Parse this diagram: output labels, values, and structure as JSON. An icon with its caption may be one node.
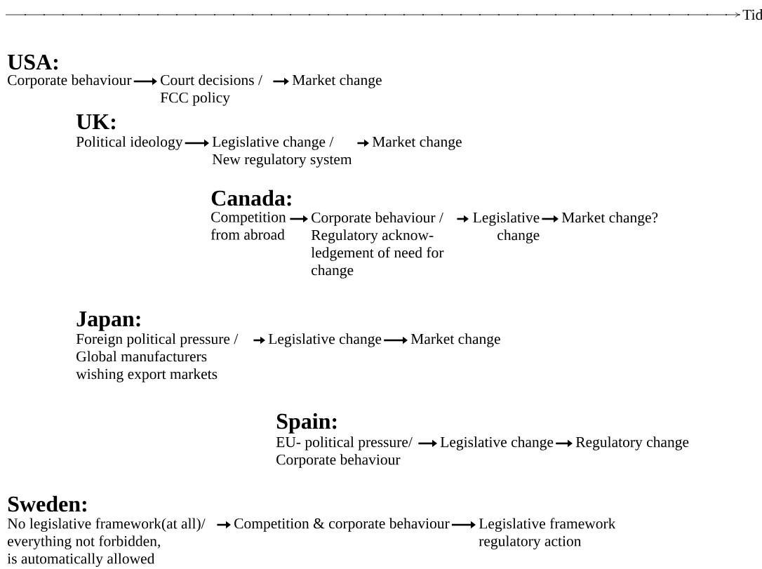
{
  "diagram": {
    "nodes": [
      {
        "text": [
          "Corporate behaviour"
        ]
      },
      {
        "text": [
          "Court decisions / FCC policy"
        ]
      },
      {
        "text": [
          "Market change"
        ]
      },
      {
        "text": [
          "Political ideology"
        ]
      },
      {
        "text": [
          "Legislative change / New regulatory system"
        ]
      },
      {
        "text": [
          "Market change"
        ]
      },
      {
        "text": [
          "Competition from abroad"
        ]
      },
      {
        "text": [
          "Corporate behaviour / Regulatory acknow- ledgement of need for change"
        ]
      },
      {
        "text": [
          "Legislative change"
        ]
      },
      {
        "text": [
          "Market change?"
        ]
      },
      {
        "text": [
          "Foreign political pressure / Global manufacturers wishing export markets"
        ]
      },
      {
        "text": [
          "Legislative change"
        ]
      },
      {
        "text": [
          "Market change"
        ]
      },
      {
        "text": [
          "EU- political pressure/ Corporate behaviour"
        ]
      },
      {
        "text": [
          "Legislative change"
        ]
      },
      {
        "text": [
          "Regulatory change"
        ]
      },
      {
        "text": [
          "No legislative framework(at all)/ everything not forbidden, is automatically allowed"
        ]
      },
      {
        "text": [
          "Competition & corporate behaviour"
        ]
      },
      {
        "text": [
          "Legislative framework regulatory action"
        ]
      }
    ],
    "edges": [
      {
        "from": 0,
        "to": 1,
        "arrow": "to"
      },
      {
        "from": 1,
        "to": 2,
        "arrow": "to"
      },
      {
        "from": 3,
        "to": 4,
        "arrow": "to"
      },
      {
        "from": 4,
        "to": 5,
        "arrow": "to"
      },
      {
        "from": 6,
        "to": 7,
        "arrow": "to"
      },
      {
        "from": 7,
        "to": 8,
        "arrow": "to"
      },
      {
        "from": 8,
        "to": 9,
        "arrow": "to"
      },
      {
        "from": 10,
        "to": 11,
        "arrow": "to"
      },
      {
        "from": 11,
        "to": 12,
        "arrow": "to"
      },
      {
        "from": 13,
        "to": 14,
        "arrow": "to"
      },
      {
        "from": 14,
        "to": 15,
        "arrow": "to"
      },
      {
        "from": 16,
        "to": 17,
        "arrow": "to"
      },
      {
        "from": 17,
        "to": 18,
        "arrow": "to"
      }
    ],
    "labels": [
      "Tid",
      "USA:",
      "UK:",
      "Canada:",
      "Japan:",
      "Spain:",
      "Sweden:"
    ]
  }
}
